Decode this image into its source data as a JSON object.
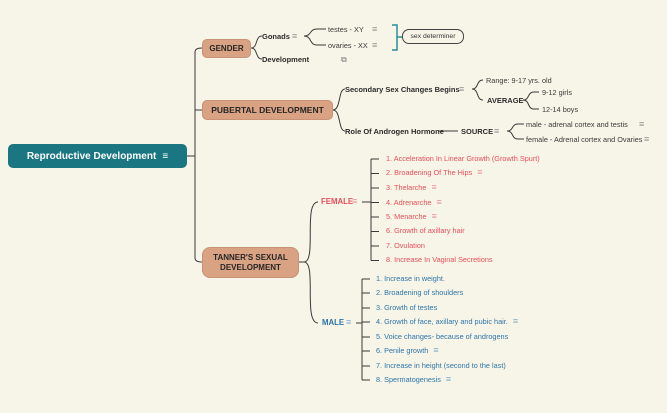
{
  "colors": {
    "background": "#f7f5e8",
    "root_fill": "#1a7680",
    "branch_fill": "#d9a283",
    "female": "#e94f5a",
    "male": "#2e75a8",
    "bracket": "#2b8e96",
    "line": "#3a3a3a"
  },
  "root": {
    "label": "Reproductive Development"
  },
  "gender": {
    "label": "GENDER",
    "gonads_label": "Gonads",
    "testes": "testes - XY",
    "ovaries": "ovaries - XX",
    "bracket_note": "sex determiner",
    "development_label": "Development"
  },
  "pubertal": {
    "label": "PUBERTAL DEVELOPMENT",
    "secondary_label": "Secondary Sex Changes Begins",
    "range": "Range: 9-17 yrs. old",
    "average_label": "AVERAGE",
    "girls": "9-12 girls",
    "boys": "12-14 boys",
    "androgen_label": "Role Of Androgen Hormone",
    "source_label": "SOURCE",
    "source_male": "male - adrenal cortex and testis",
    "source_female": "female - Adrenal cortex and Ovaries"
  },
  "tanner": {
    "label_line1": "TANNER'S SEXUAL",
    "label_line2": "DEVELOPMENT",
    "female_label": "FEMALE",
    "female_items": [
      "1. Acceleration In Linear Growth (Growth Spurt)",
      "2. Broadening Of The Hips",
      "3. Thelarche",
      "4. Adrenarche",
      "5. Menarche",
      "6. Growth of axillary hair",
      "7. Ovulation",
      "8. Increase In Vaginal Secretions"
    ],
    "male_label": "MALE",
    "male_items": [
      "1. Increase in weight.",
      "2. Broadening of shoulders",
      "3. Growth of testes",
      "4. Growth of face, axillary and pubic hair.",
      "5. Voice changes- because of androgens",
      "6. Penile growth",
      "7. Increase in height (second to the last)",
      "8. Spermatogenesis"
    ]
  }
}
